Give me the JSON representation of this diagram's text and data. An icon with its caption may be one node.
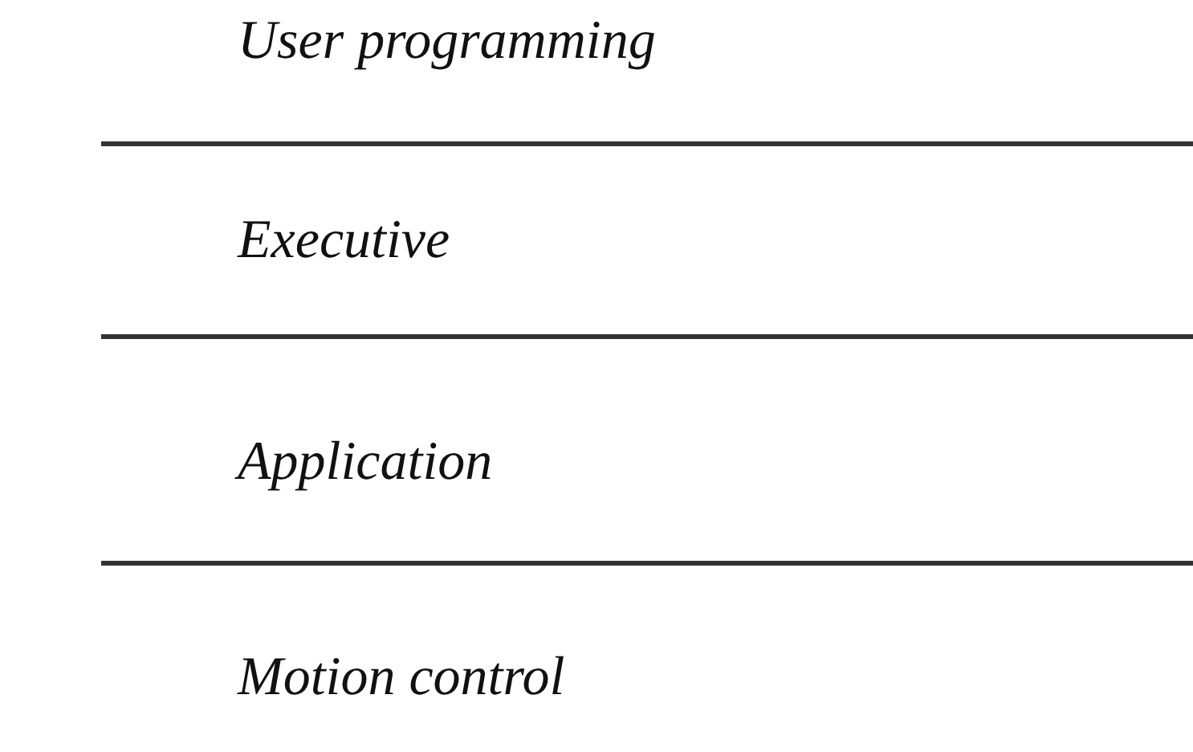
{
  "diagram": {
    "labels": [
      "User programming",
      "Executive",
      "Application",
      "Motion control"
    ]
  }
}
